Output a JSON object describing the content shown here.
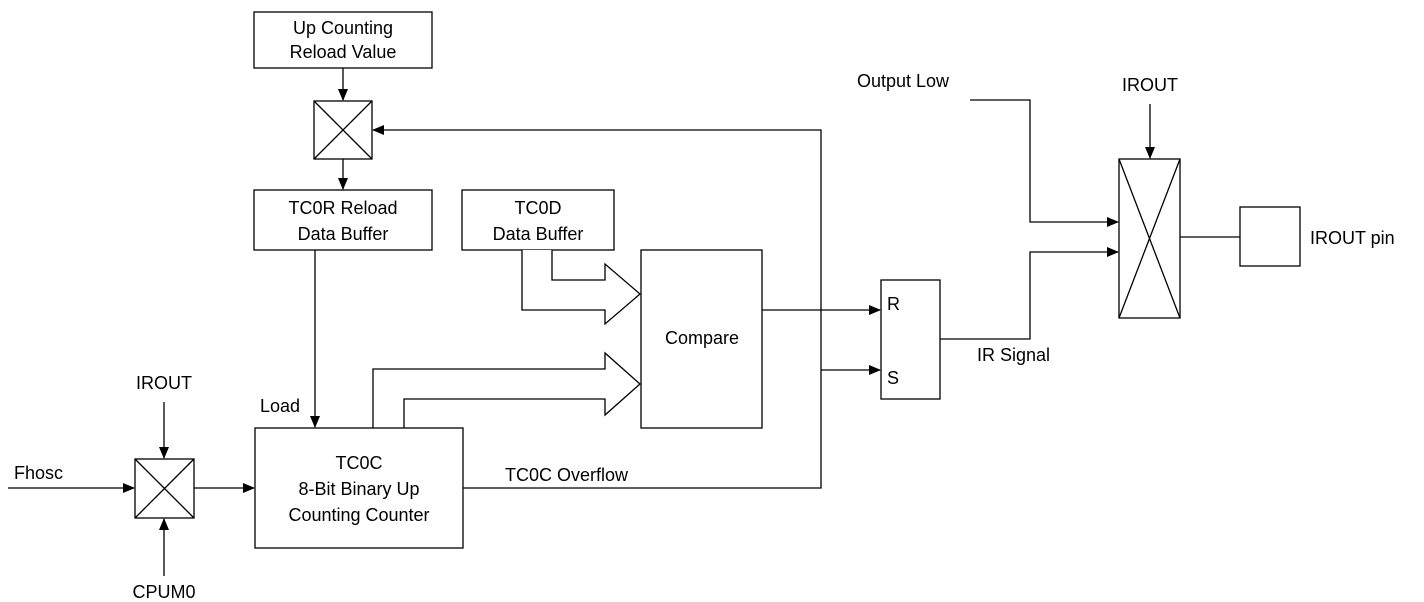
{
  "blocks": {
    "up_reload": [
      "Up Counting",
      "Reload Value"
    ],
    "tc0r": [
      "TC0R Reload",
      "Data Buffer"
    ],
    "tc0d": [
      "TC0D",
      "Data Buffer"
    ],
    "compare": "Compare",
    "tc0c": [
      "TC0C",
      "8-Bit Binary Up",
      "Counting Counter"
    ],
    "rs_r": "R",
    "rs_s": "S"
  },
  "labels": {
    "fhosc": "Fhosc",
    "irout_left": "IROUT",
    "cpum0": "CPUM0",
    "load": "Load",
    "overflow": "TC0C Overflow",
    "output_low": "Output Low",
    "irout_right": "IROUT",
    "ir_signal": "IR Signal",
    "irout_pin": "IROUT pin"
  }
}
